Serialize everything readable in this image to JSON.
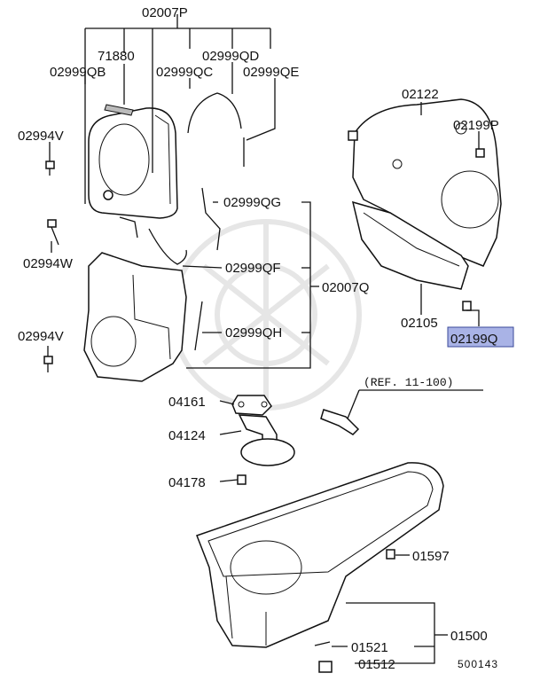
{
  "labels": {
    "p02007P": "02007P",
    "p71880": "71880",
    "p02999QD": "02999QD",
    "p02999QB": "02999QB",
    "p02999QC": "02999QC",
    "p02999QE": "02999QE",
    "p02122": "02122",
    "p02199P": "02199P",
    "p02994V_top": "02994V",
    "p02999QG": "02999QG",
    "p02994W": "02994W",
    "p02999QF": "02999QF",
    "p02007Q": "02007Q",
    "p02105": "02105",
    "p02199Q": "02199Q",
    "p02994V_bottom": "02994V",
    "p02999QH": "02999QH",
    "ref": "(REF. 11-100)",
    "p04161": "04161",
    "p04124": "04124",
    "p04178": "04178",
    "p01597": "01597",
    "p01500": "01500",
    "p01521": "01521",
    "p01512": "01512",
    "diagram_no": "500143"
  },
  "highlight": {
    "color": "#a9b3e6",
    "border": "#3a4a9a"
  }
}
